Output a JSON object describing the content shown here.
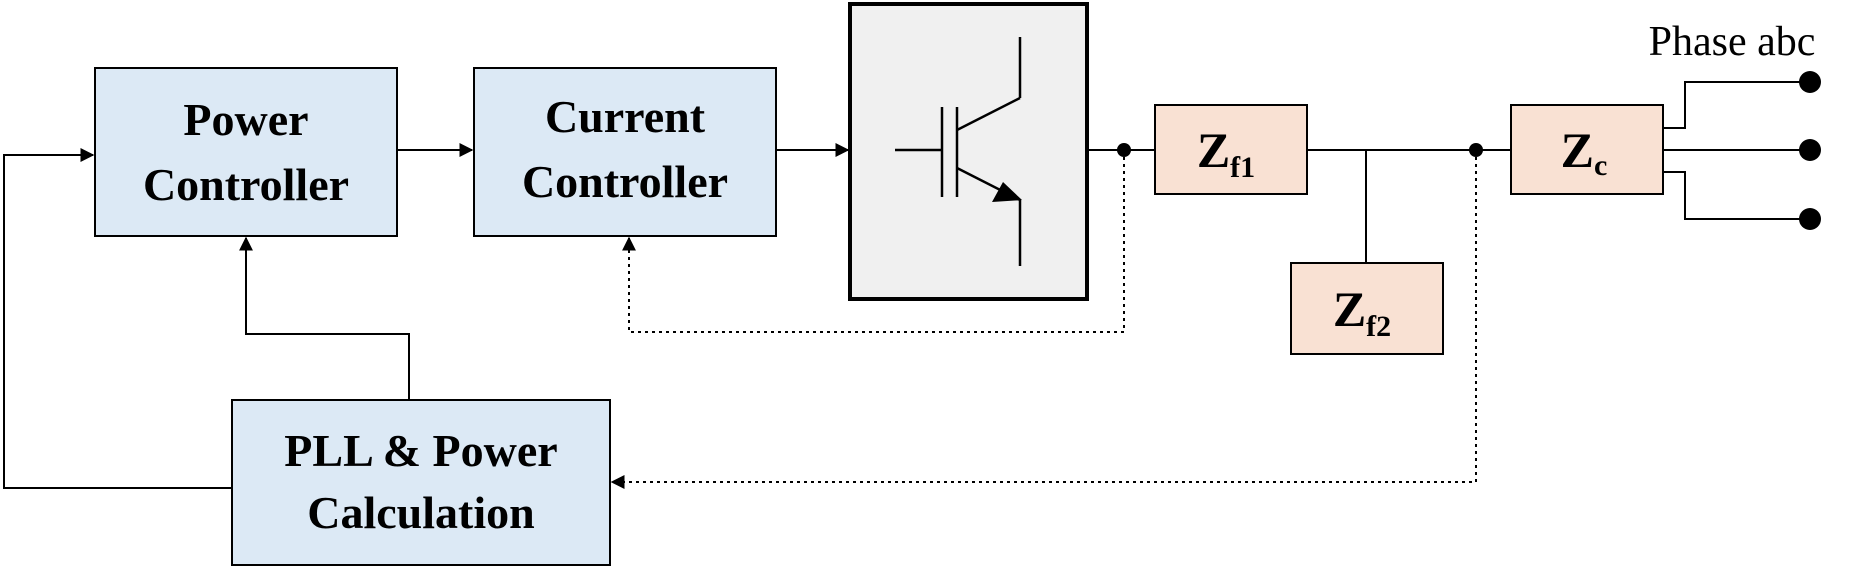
{
  "blocks": {
    "power_controller": {
      "line1": "Power",
      "line2": "Controller"
    },
    "current_controller": {
      "line1": "Current",
      "line2": "Controller"
    },
    "pll_power_calc": {
      "line1": "PLL & Power",
      "line2": "Calculation"
    }
  },
  "impedances": {
    "zf1": {
      "main": "Z",
      "sub": "f1"
    },
    "zf2": {
      "main": "Z",
      "sub": "f2"
    },
    "zc": {
      "main": "Z",
      "sub": "c"
    }
  },
  "output": {
    "label": "Phase abc"
  },
  "colors": {
    "controller_fill": "#dce9f5",
    "impedance_fill": "#f9e1d3",
    "switch_fill": "#f0f0f0",
    "line": "#000000"
  }
}
